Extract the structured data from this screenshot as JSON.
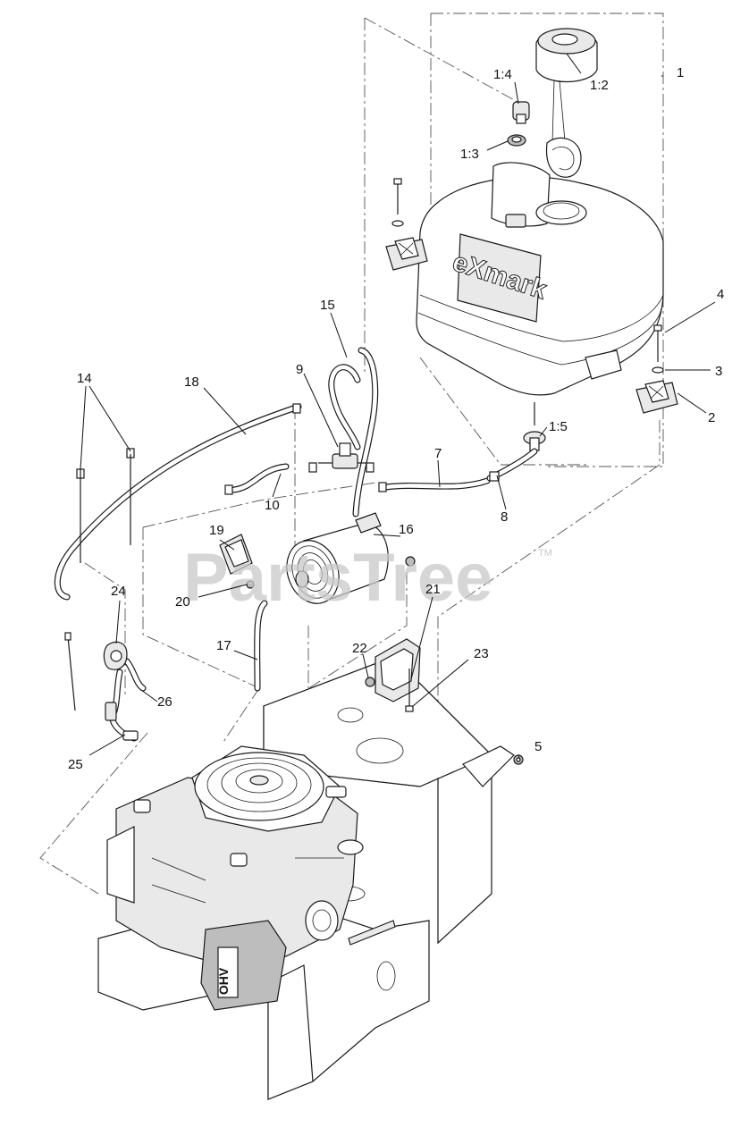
{
  "brand_logo": "eXmark",
  "watermark": {
    "text": "PartsTree",
    "tm": "TM"
  },
  "callouts": {
    "c1": "1",
    "c1_2": "1:2",
    "c1_3": "1:3",
    "c1_4": "1:4",
    "c1_5": "1:5",
    "c2": "2",
    "c3": "3",
    "c4": "4",
    "c5": "5",
    "c7": "7",
    "c8": "8",
    "c9": "9",
    "c10": "10",
    "c14": "14",
    "c15": "15",
    "c16": "16",
    "c17": "17",
    "c18": "18",
    "c19": "19",
    "c20": "20",
    "c21": "21",
    "c22": "22",
    "c23": "23",
    "c24": "24",
    "c25": "25",
    "c26": "26"
  },
  "engine_label": "OHV"
}
